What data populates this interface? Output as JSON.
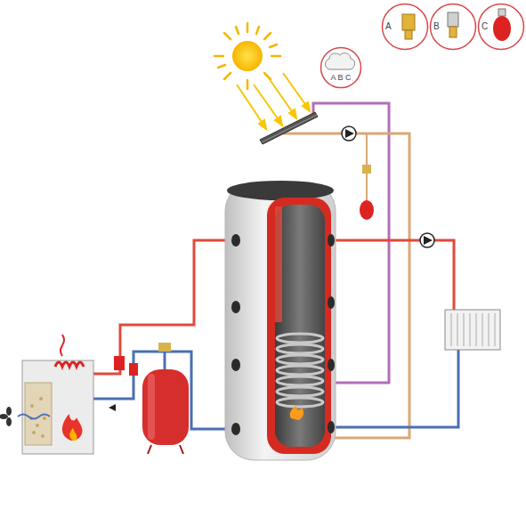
{
  "diagram": {
    "nodes": [
      {
        "text": [
          "A B C"
        ]
      },
      {
        "text": [
          "A"
        ]
      },
      {
        "text": [
          "B"
        ]
      },
      {
        "text": [
          "C"
        ]
      }
    ]
  }
}
